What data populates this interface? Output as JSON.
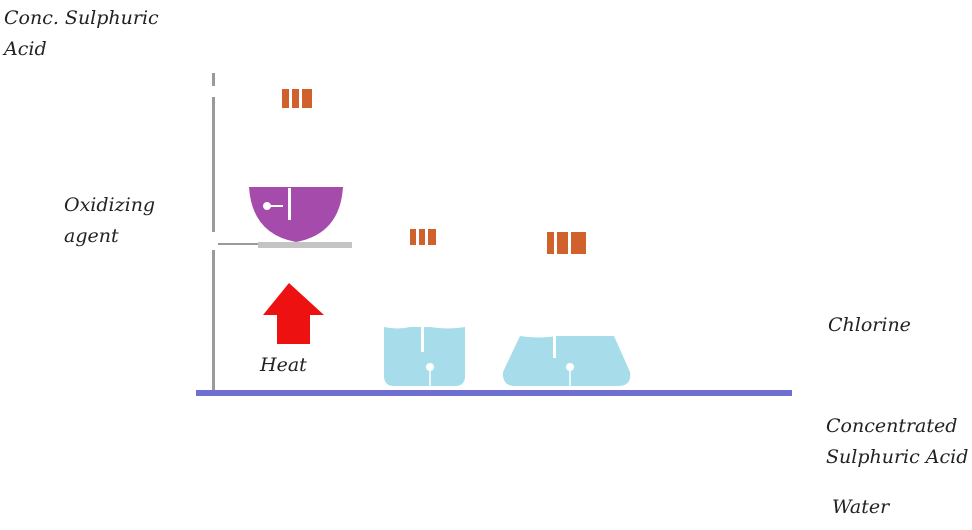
{
  "labels": {
    "conc_sulphuric_acid_line1": "Conc. Sulphuric",
    "conc_sulphuric_acid_line2": "Acid",
    "oxidizing_agent_line1": "Oxidizing",
    "oxidizing_agent_line2": "agent",
    "heat": "Heat",
    "chlorine": "Chlorine",
    "concentrated_sulphuric_acid_line1": "Concentrated",
    "concentrated_sulphuric_acid_line2": "Sulphuric Acid",
    "water": "Water"
  },
  "colors": {
    "stand": "#9a9a9a",
    "bench": "#6e6fd0",
    "flask": "#a54bab",
    "gauze": "#c4c4c4",
    "heat_arrow": "#ee1111",
    "gas_bubbles": "#d0602c",
    "liquid": "#a7dcea",
    "tube": "#ffffff"
  },
  "icons": {
    "heat_arrow": "up-arrow-icon",
    "gas_bubbles": "vertical-bars-icon"
  }
}
